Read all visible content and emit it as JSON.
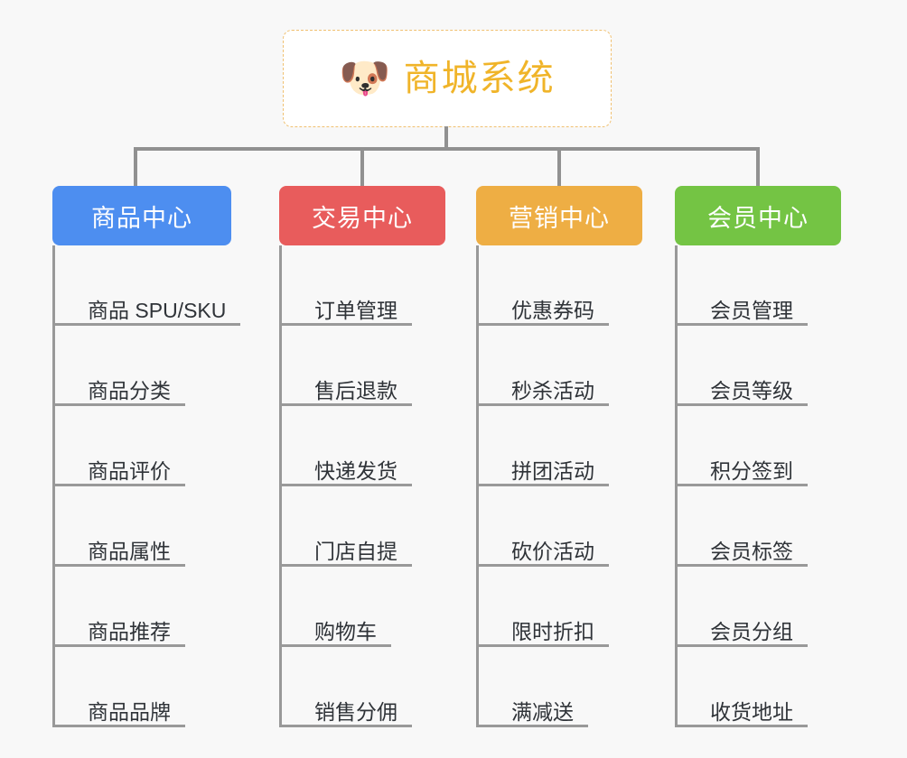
{
  "diagram": {
    "type": "org-chart-mindmap",
    "background_color": "#f8f8f8",
    "connector_color": "#919191",
    "root": {
      "icon": "dog-face-icon",
      "emoji": "🐶",
      "title": "商城系统",
      "title_color": "#f0b429",
      "border_color": "#f0c070",
      "background": "#ffffff"
    },
    "branches": [
      {
        "label": "商品中心",
        "color": "#4d8ef0",
        "color_name": "blue",
        "items": [
          "商品 SPU/SKU",
          "商品分类",
          "商品评价",
          "商品属性",
          "商品推荐",
          "商品品牌"
        ]
      },
      {
        "label": "交易中心",
        "color": "#e85c5c",
        "color_name": "red",
        "items": [
          "订单管理",
          "售后退款",
          "快递发货",
          "门店自提",
          "购物车",
          "销售分佣"
        ]
      },
      {
        "label": "营销中心",
        "color": "#eeae44",
        "color_name": "orange",
        "items": [
          "优惠券码",
          "秒杀活动",
          "拼团活动",
          "砍价活动",
          "限时折扣",
          "满减送"
        ]
      },
      {
        "label": "会员中心",
        "color": "#74c444",
        "color_name": "green",
        "items": [
          "会员管理",
          "会员等级",
          "积分签到",
          "会员标签",
          "会员分组",
          "收货地址"
        ]
      }
    ]
  }
}
